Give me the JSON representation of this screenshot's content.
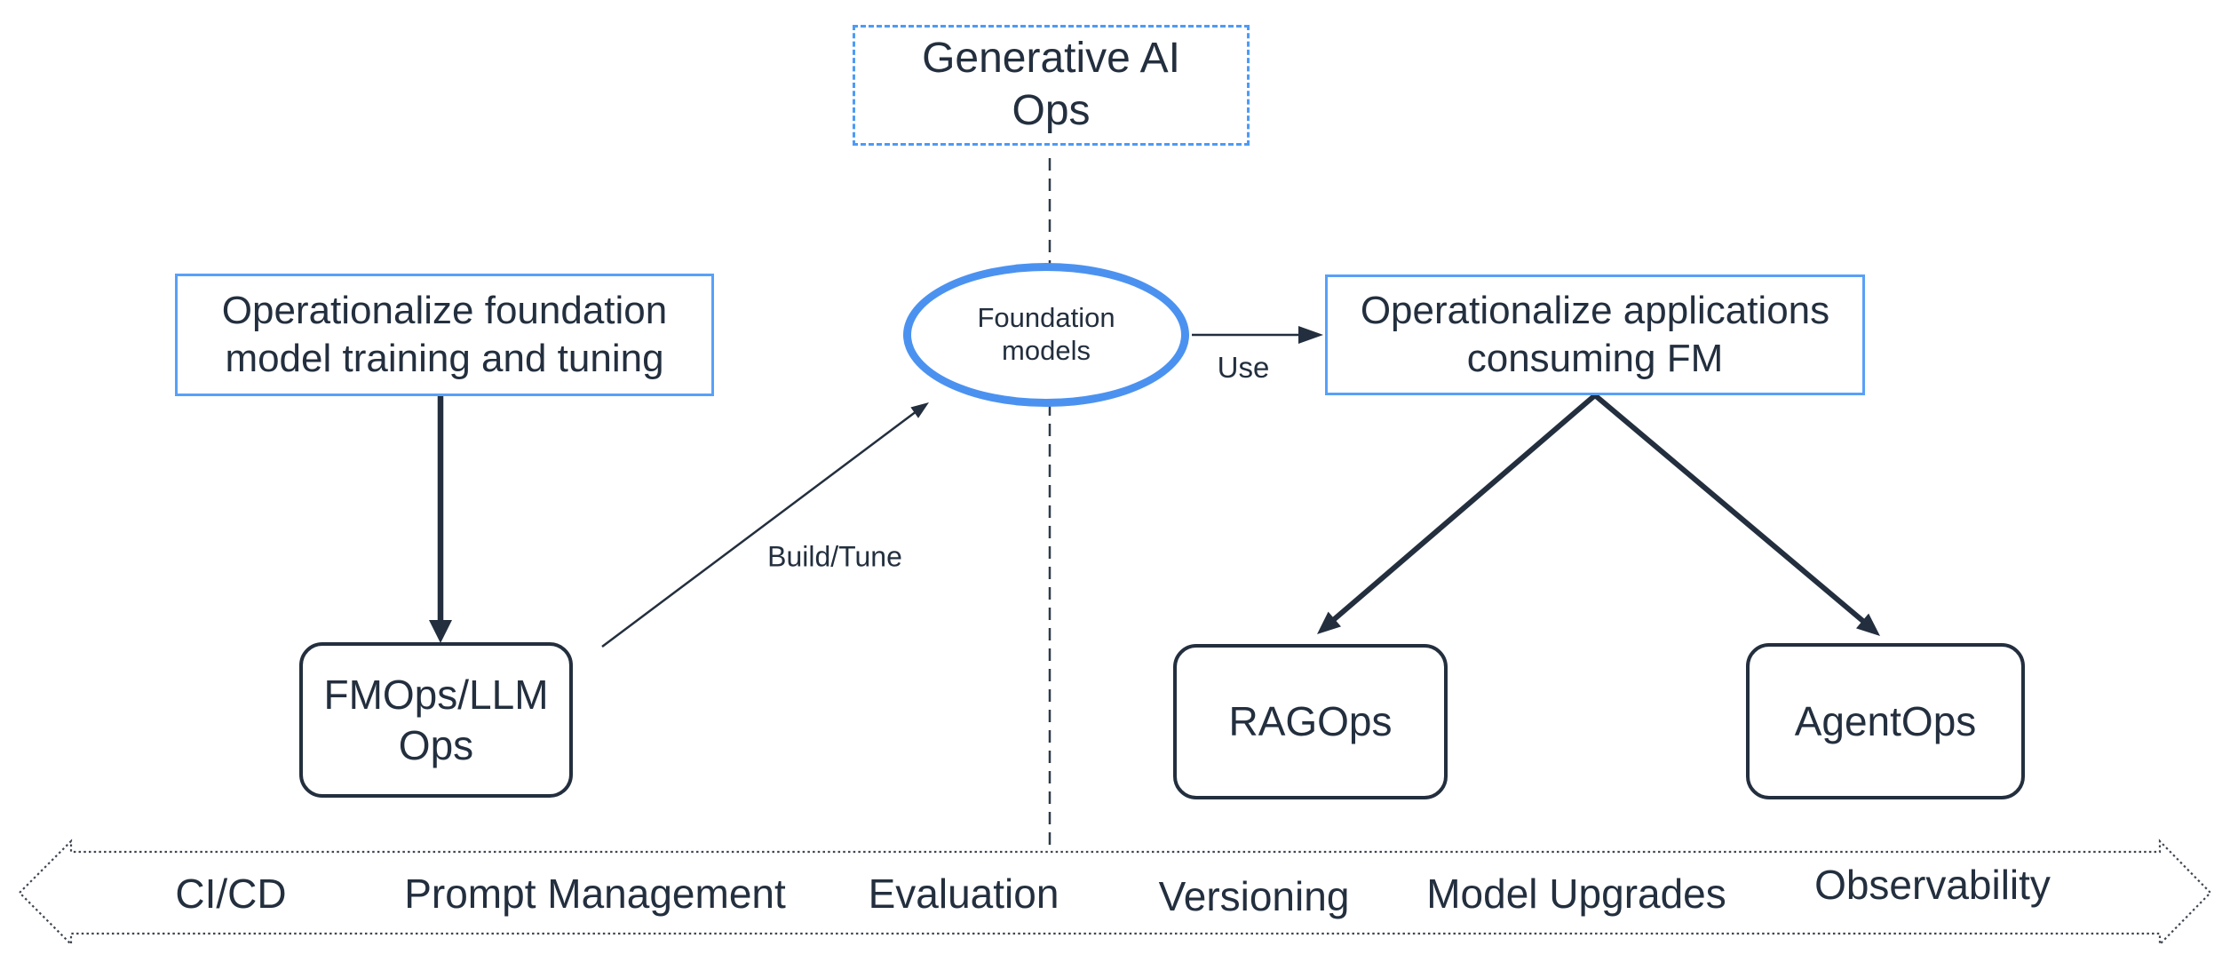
{
  "diagram_title": "Generative AI Ops",
  "nodes": {
    "generative_ai_ops": {
      "lines": [
        "Generative AI",
        "Ops"
      ]
    },
    "operationalize_training": {
      "lines": [
        "Operationalize foundation",
        "model training and tuning"
      ]
    },
    "operationalize_apps": {
      "lines": [
        "Operationalize applications",
        "consuming FM"
      ]
    },
    "foundation_models": {
      "lines": [
        "Foundation",
        "models"
      ]
    },
    "fmops_llm_ops": {
      "lines": [
        "FMOps/LLM",
        "Ops"
      ]
    },
    "ragops": {
      "label": "RAGOps"
    },
    "agentops": {
      "label": "AgentOps"
    }
  },
  "edge_labels": {
    "build_tune": "Build/Tune",
    "use": "Use"
  },
  "band": {
    "items": [
      {
        "label": "CI/CD"
      },
      {
        "label": "Prompt Management"
      },
      {
        "label": "Evaluation"
      },
      {
        "label": "Versioning"
      },
      {
        "label": "Model Upgrades"
      },
      {
        "label": "Observability"
      }
    ]
  },
  "colors": {
    "text_dark": "#232F3E",
    "stroke_dark": "#232F3E",
    "blue_solid_border": "#58A0F8",
    "blue_dashed_border": "#4C9BF7",
    "ellipse_border": "#4B92F0",
    "band_dotted_stroke": "#3F4650",
    "background": "#FFFFFF"
  }
}
